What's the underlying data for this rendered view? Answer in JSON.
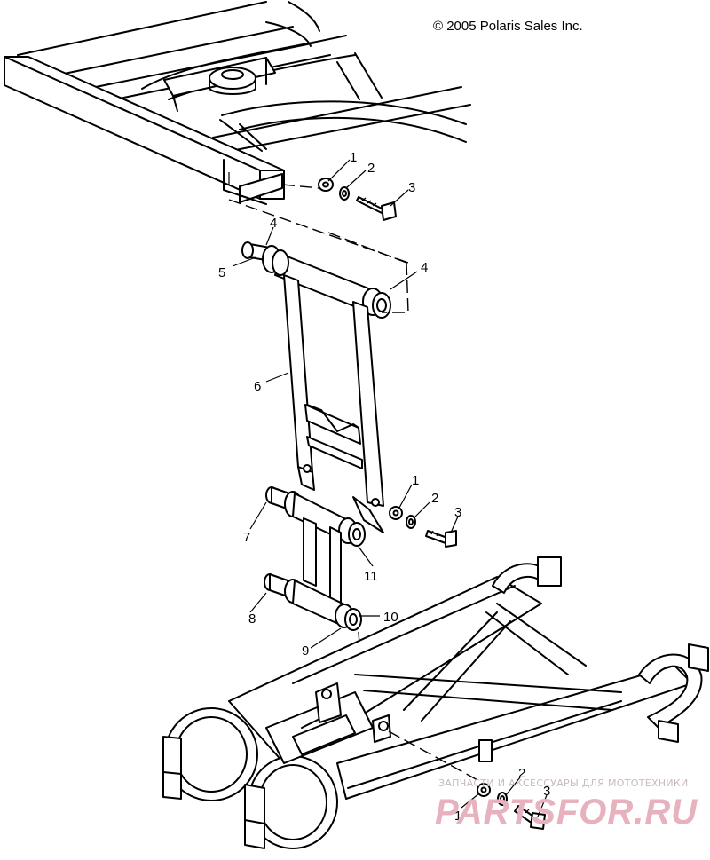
{
  "copyright": "© 2005 Polaris Sales Inc.",
  "watermark": {
    "tagline": "ЗАПЧАСТИ И АКСЕССУАРЫ ДЛЯ МОТОТЕХНИКИ",
    "brand": "PARTSFOR.RU"
  },
  "callouts": {
    "c1_top": "1",
    "c2_top": "2",
    "c3_top": "3",
    "c4_left": "4",
    "c5": "5",
    "c4_right": "4",
    "c6": "6",
    "c1_mid": "1",
    "c2_mid": "2",
    "c3_mid": "3",
    "c7": "7",
    "c11": "11",
    "c8": "8",
    "c10": "10",
    "c9": "9",
    "c1_bot": "1",
    "c2_bot": "2",
    "c3_bot": "3"
  },
  "colors": {
    "line": "#000000",
    "watermark": "#e7b2bd"
  }
}
